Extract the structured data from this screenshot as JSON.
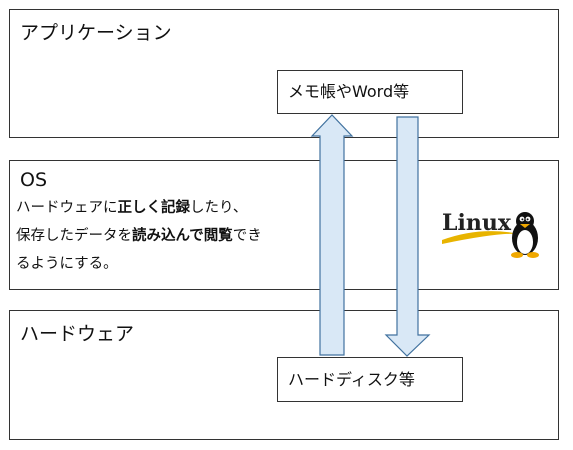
{
  "layers": {
    "application": {
      "title": "アプリケーション",
      "box_label": "メモ帳やWord等"
    },
    "os": {
      "title": "OS",
      "description": [
        [
          {
            "t": "ハードウェアに",
            "b": false
          },
          {
            "t": "正しく記録",
            "b": true
          },
          {
            "t": "したり、",
            "b": false
          }
        ],
        [
          {
            "t": "保存したデータを",
            "b": false
          },
          {
            "t": "読み込んで閲覧",
            "b": true
          },
          {
            "t": "でき",
            "b": false
          }
        ],
        [
          {
            "t": "るようにする。",
            "b": false
          }
        ]
      ],
      "logo_text": "Linux"
    },
    "hardware": {
      "title": "ハードウェア",
      "box_label": "ハードディスク等"
    }
  },
  "colors": {
    "arrow_fill": "#d9e8f6",
    "arrow_stroke": "#41729f",
    "logo_text": "#222222",
    "logo_swoosh": "#e8b400"
  }
}
